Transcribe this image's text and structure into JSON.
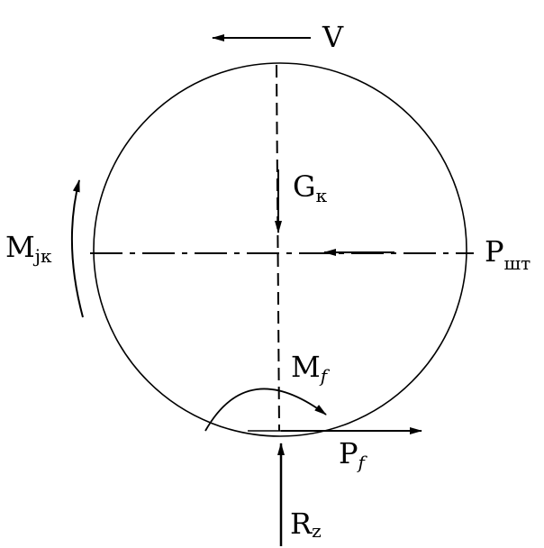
{
  "labels": {
    "v": "V",
    "g_main": "G",
    "g_sub": "к",
    "mjk_main": "M",
    "mjk_sub": "jк",
    "pw_main": "P",
    "pw_sub": "шт",
    "mf_main": "M",
    "mf_sub": "f",
    "pf_main": "P",
    "pf_sub": "f",
    "rz_main": "R",
    "rz_sub": "z"
  },
  "colors": {
    "stroke": "#000000",
    "background": "#ffffff"
  }
}
